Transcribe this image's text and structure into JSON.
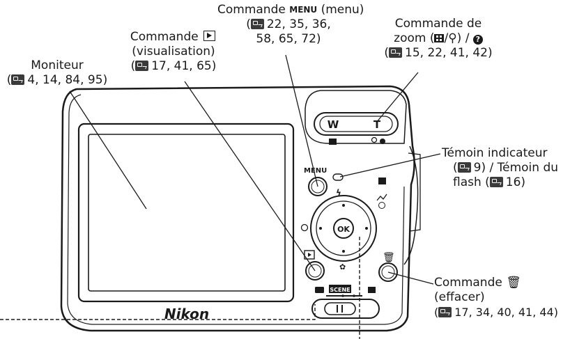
{
  "labels": {
    "moniteur": {
      "title": "Moniteur",
      "refs": "4, 14, 84, 95"
    },
    "visualisation": {
      "title": "Commande",
      "subtitle": "(visualisation)",
      "refs": "17, 41, 65",
      "icon": "playback-icon"
    },
    "menu": {
      "title_prefix": "Commande",
      "title_key": "MENU",
      "title_suffix": "(menu)",
      "refs_line1": "22, 35, 36,",
      "refs_line2": "58, 65, 72)"
    },
    "zoom": {
      "title_line1": "Commande de",
      "title_line2_prefix": "zoom (",
      "title_line2_mid": "/",
      "title_line2_suffix": ") /",
      "refs": "15, 22, 41, 42)"
    },
    "temoin": {
      "line1": "Témoin indicateur",
      "line2_refs": "9) / Témoin du",
      "line3_prefix": "flash (",
      "line3_refs": "16)"
    },
    "effacer": {
      "title": "Commande",
      "subtitle": "(effacer)",
      "refs": "17, 34, 40, 41, 44)",
      "glyph": "🗑"
    }
  },
  "camera": {
    "brand": "Nikon",
    "zoom_wide": "W",
    "zoom_tele": "T",
    "menu_button_label": "MENU",
    "ok_label": "OK",
    "scene_label": "SCENE"
  },
  "colors": {
    "outline": "#1a1a1a",
    "reference_badge": "#3a3a3a",
    "background": "#ffffff"
  }
}
